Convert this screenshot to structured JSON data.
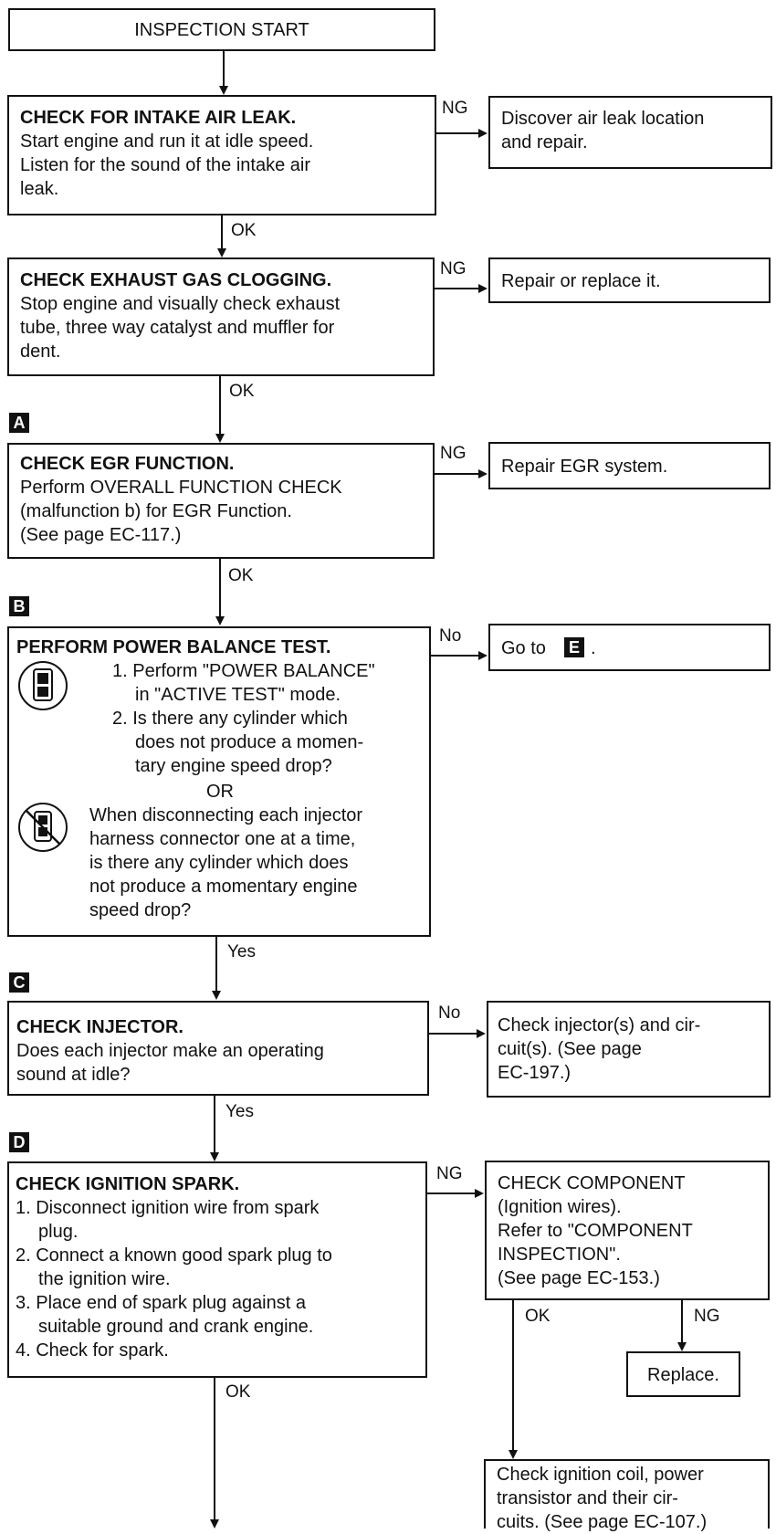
{
  "start": "INSPECTION START",
  "markers": {
    "a": "A",
    "b": "B",
    "c": "C",
    "d": "D",
    "e": "E"
  },
  "labels": {
    "ng": "NG",
    "ok": "OK",
    "no": "No",
    "yes": "Yes",
    "or": "OR"
  },
  "step_intake": {
    "title": "CHECK FOR INTAKE AIR LEAK.",
    "lines": [
      "Start engine and run it at idle speed.",
      "Listen for the sound of the intake air",
      "leak."
    ]
  },
  "result_intake": [
    "Discover air leak location",
    "and repair."
  ],
  "step_exhaust": {
    "title": "CHECK EXHAUST GAS CLOGGING.",
    "lines": [
      "Stop engine and visually check exhaust",
      "tube, three way catalyst and muffler for",
      "dent."
    ]
  },
  "result_exhaust": "Repair or replace it.",
  "step_egr": {
    "title": "CHECK EGR FUNCTION.",
    "lines": [
      "Perform OVERALL FUNCTION CHECK",
      "(malfunction b) for EGR Function.",
      "(See page EC-117.)"
    ]
  },
  "result_egr": "Repair EGR system.",
  "step_power": {
    "title": "PERFORM POWER BALANCE TEST.",
    "consult_lines": [
      "1. Perform \"POWER BALANCE\"",
      "in \"ACTIVE TEST\" mode.",
      "2. Is there any cylinder which",
      "does not produce a momen-",
      "tary engine speed drop?"
    ],
    "manual_lines": [
      "When disconnecting each injector",
      "harness connector one at a time,",
      "is there any cylinder which does",
      "not produce a momentary engine",
      "speed drop?"
    ],
    "icon_consult": "consult-tester-icon",
    "icon_no_tools": "no-tools-icon"
  },
  "result_power": "Go to",
  "step_injector": {
    "title": "CHECK INJECTOR.",
    "lines": [
      "Does each injector make an operating",
      "sound at idle?"
    ]
  },
  "result_injector": [
    "Check injector(s) and cir-",
    "cuit(s). (See page",
    "EC-197.)"
  ],
  "step_ignition": {
    "title": "CHECK IGNITION SPARK.",
    "lines": [
      "1. Disconnect ignition wire from spark",
      "plug.",
      "2. Connect a known good spark plug to",
      "the ignition wire.",
      "3. Place end of spark plug against a",
      "suitable ground and crank engine.",
      "4. Check for spark."
    ]
  },
  "component_check": [
    "CHECK COMPONENT",
    "(Ignition wires).",
    "Refer to \"COMPONENT",
    "INSPECTION\".",
    "(See page EC-153.)"
  ],
  "replace": "Replace.",
  "coil_check": [
    "Check ignition coil, power",
    "transistor and their cir-",
    "cuits. (See page EC-107.)"
  ]
}
